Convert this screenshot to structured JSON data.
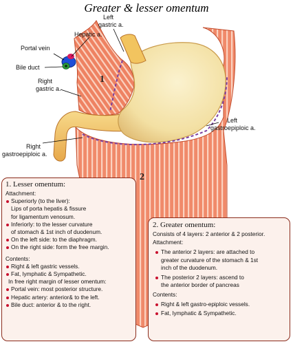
{
  "title": "Greater & lesser omentum",
  "labels": {
    "hepatic_a": "Hepatic a.",
    "left_gastric_a": [
      "Left",
      "gastric a."
    ],
    "portal_vein": "Portal vein",
    "bile_duct": "Bile duct",
    "right_gastric_a": [
      "Right",
      "gastric a."
    ],
    "left_gastroepiploic_a": [
      "Left",
      "gastroepiploic a."
    ],
    "right_gastroepiploic_a": [
      "Right",
      "gastroepiploic a."
    ],
    "region_1": "1",
    "region_2": "2"
  },
  "colors": {
    "omentum": "#f08a6a",
    "omentum_stripe": "#fbd3c1",
    "stomach": "#f3e0a3",
    "duodenum": "#f2c45f",
    "portal_vein": "#1e4fd8",
    "bile_duct": "#2e9d3a",
    "hepatic_artery": "#d81b60",
    "vessel_dots": "#7b3fa0",
    "panel_border": "#8a2a1a",
    "panel_bg": "#fcf1ec",
    "bullet": "#c8102e"
  },
  "lesser_omentum": {
    "title": "1.  Lesser omentum:",
    "attachment_heading": "Attachment:",
    "superiorly": "Superiorly (to the liver):",
    "superiorly_detail_1": "Lips of porta hepatis & fissure",
    "superiorly_detail_2": "for ligamentum venosum.",
    "inferiorly": "Inferiorly: to the lesser curvature",
    "inferiorly_detail": "of stomach & 1st inch of  duodenum.",
    "left_side": "On the left side: to the diaphragm.",
    "right_side": "On the right side: form the free margin.",
    "contents_heading": "Contents:",
    "content_1": "Right & left gastric vessels.",
    "content_2": "Fat, lymphatic & Sympathetic.",
    "free_margin_heading": "In free right margin of lesser omentum:",
    "free_1": "Portal vein: most posterior structure.",
    "free_2": "Hepatic artery: anterior& to the left.",
    "free_3": "Bile duct: anterior & to the right."
  },
  "greater_omentum": {
    "title": "2. Greater omentum:",
    "layers": "Consists of 4 layers: 2 anterior & 2 posterior.",
    "attachment_heading": "Attachment:",
    "anterior_1": "The anterior 2 layers: are attached to",
    "anterior_2": "greater curvature of the stomach & 1st",
    "anterior_3": "inch of the duodenum.",
    "posterior_1": "The posterior 2 layers: ascend  to",
    "posterior_2": "the anterior border of pancreas",
    "contents_heading": "Contents:",
    "content_1": "Right & left gastro-epiploic vessels.",
    "content_2": "Fat, lymphatic & Sympathetic."
  }
}
